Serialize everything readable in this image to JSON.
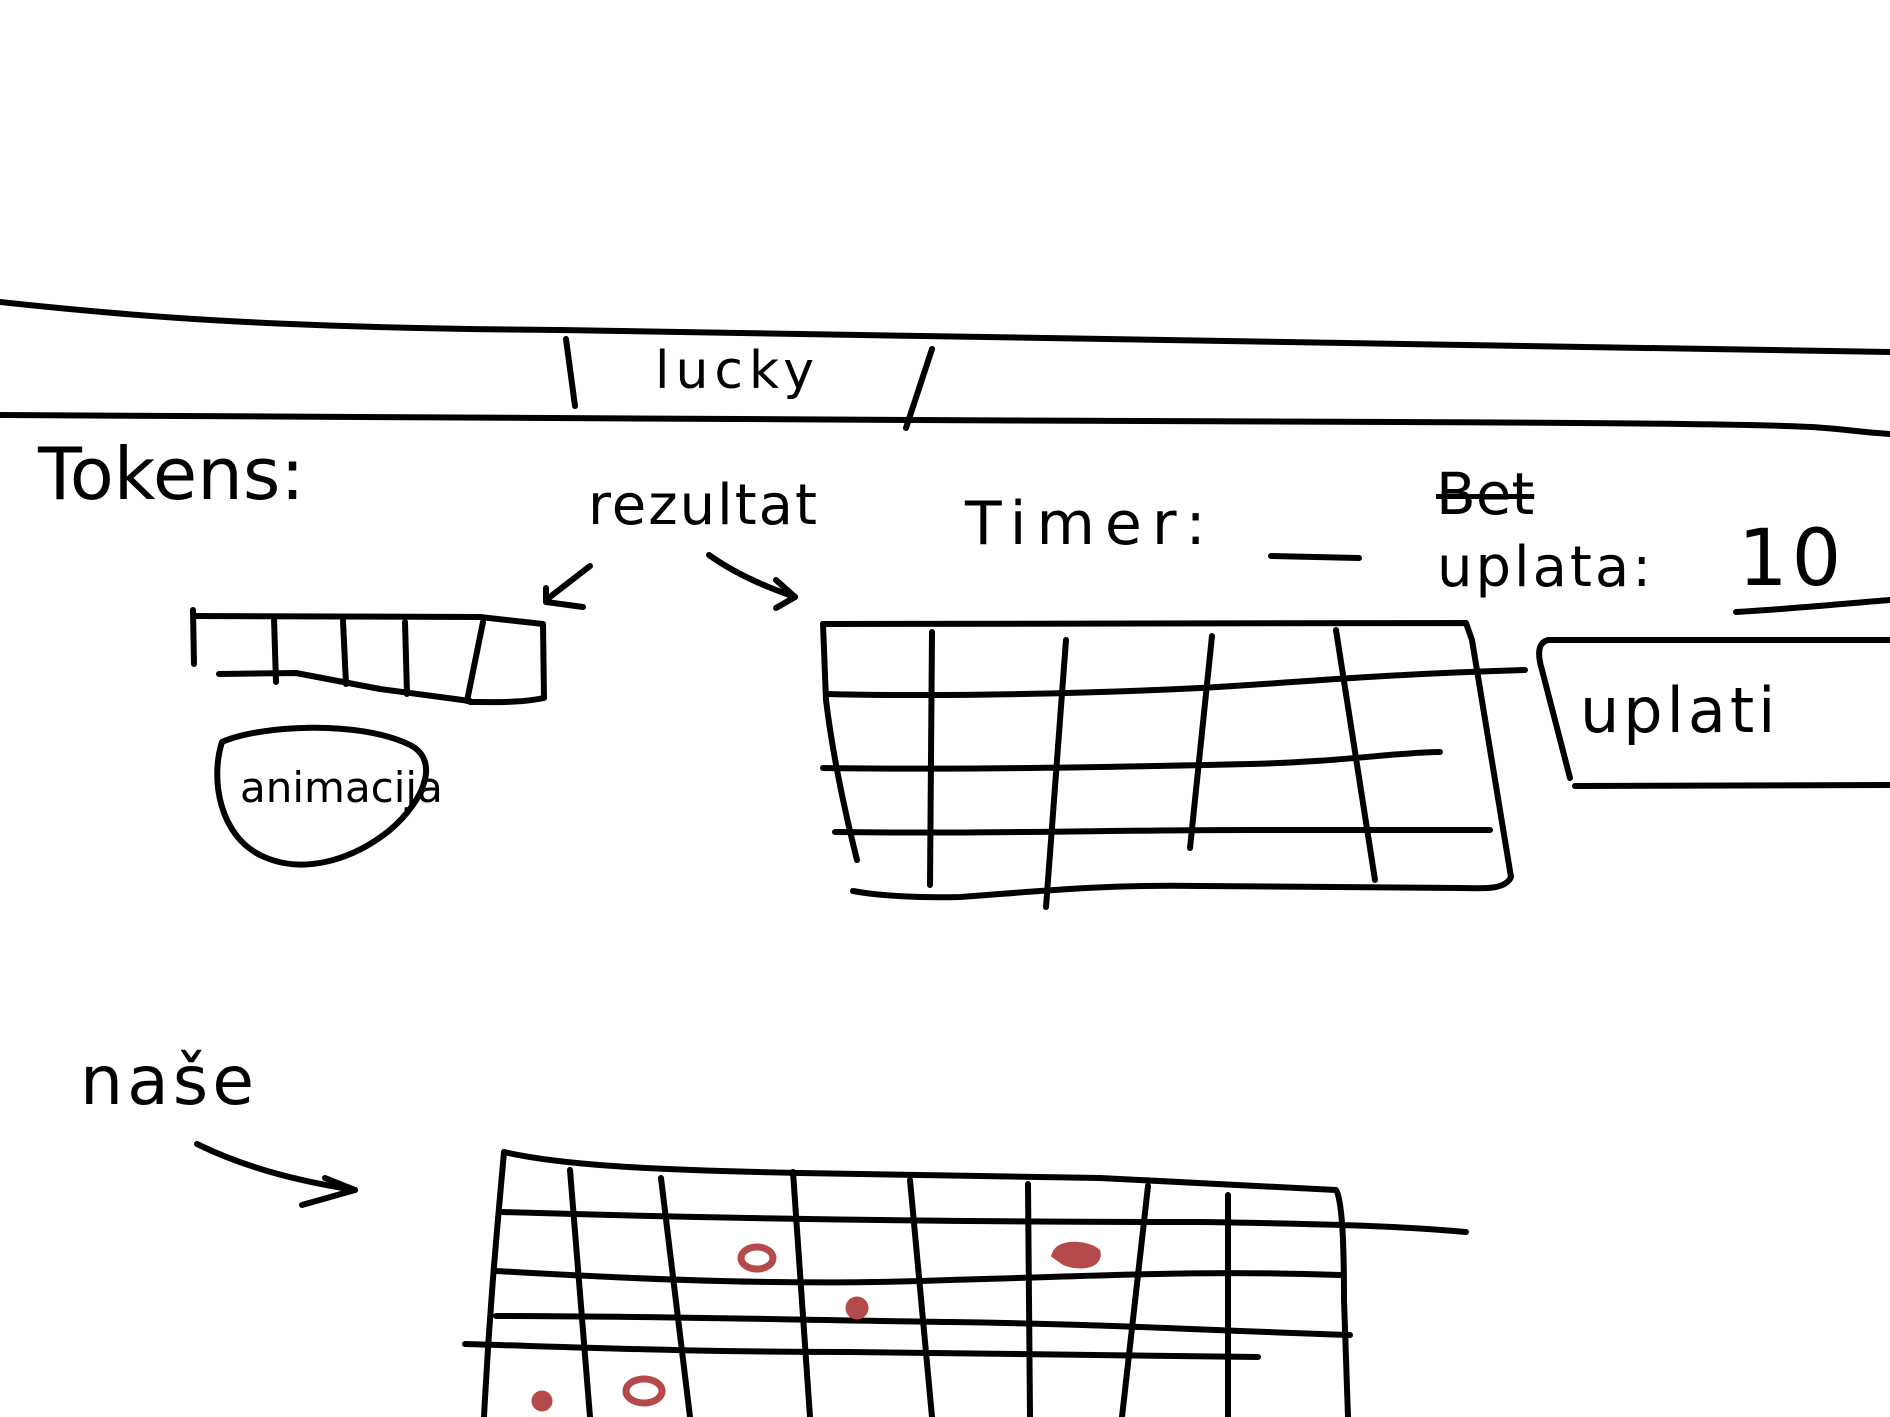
{
  "header": {
    "tab_label": "lucky"
  },
  "tokens": {
    "label": "Tokens:"
  },
  "results": {
    "label": "rezultat"
  },
  "timer": {
    "label": "Timer:",
    "value": ""
  },
  "bet": {
    "struck_word": "Bet",
    "label": "uplata:",
    "value": "10"
  },
  "pay_button": {
    "label": "uplati"
  },
  "animation": {
    "label": "animacija"
  },
  "our_numbers": {
    "label": "naše"
  },
  "colors": {
    "ink": "#000000",
    "marker": "#b54a4a"
  }
}
